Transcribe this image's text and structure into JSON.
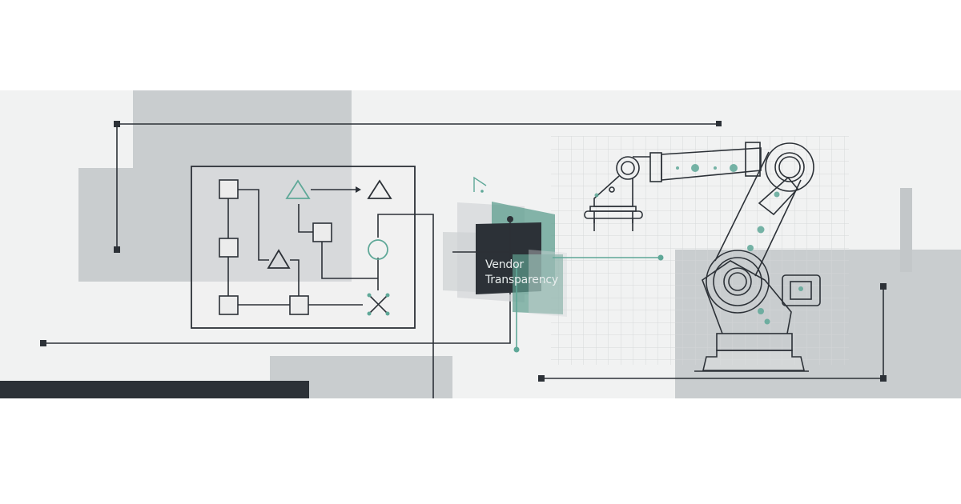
{
  "illustration": {
    "label_line1": "Vendor",
    "label_line2": "Transparency",
    "subject": "robotic-arm-blueprint",
    "colors": {
      "background": "#ffffff",
      "band": "#f1f2f2",
      "gray_block": "#c9cdcf",
      "dark": "#2c3137",
      "teal": "#5fa898",
      "teal_panel": "#5e9e8f",
      "grid": "#d3d6d8"
    }
  }
}
